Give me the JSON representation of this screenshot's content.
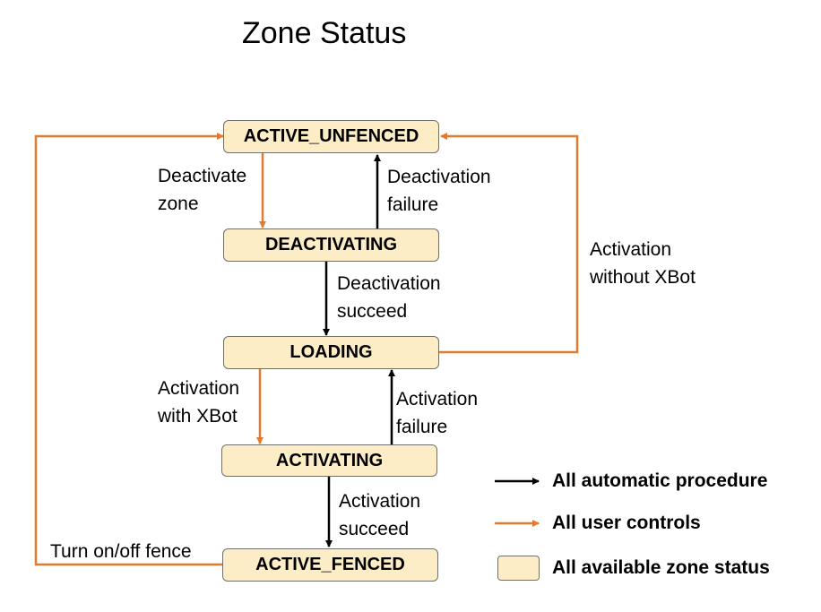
{
  "title": "Zone Status",
  "colors": {
    "automatic": "#000000",
    "user": "#e07b2f",
    "state_fill": "#fdedc7"
  },
  "states": {
    "active_unfenced": "ACTIVE_UNFENCED",
    "deactivating": "DEACTIVATING",
    "loading": "LOADING",
    "activating": "ACTIVATING",
    "active_fenced": "ACTIVE_FENCED"
  },
  "transitions": {
    "deactivate_zone": [
      "Deactivate",
      "zone"
    ],
    "deactivation_failure": [
      "Deactivation",
      "failure"
    ],
    "deactivation_succeed": [
      "Deactivation",
      "succeed"
    ],
    "activation_without_xbot": [
      "Activation",
      "without XBot"
    ],
    "activation_with_xbot": [
      "Activation",
      "with XBot"
    ],
    "activation_failure": [
      "Activation",
      "failure"
    ],
    "activation_succeed": [
      "Activation",
      "succeed"
    ],
    "turn_fence": "Turn on/off fence"
  },
  "legend": {
    "automatic": "All automatic procedure",
    "user": "All user controls",
    "status": "All available zone status"
  }
}
